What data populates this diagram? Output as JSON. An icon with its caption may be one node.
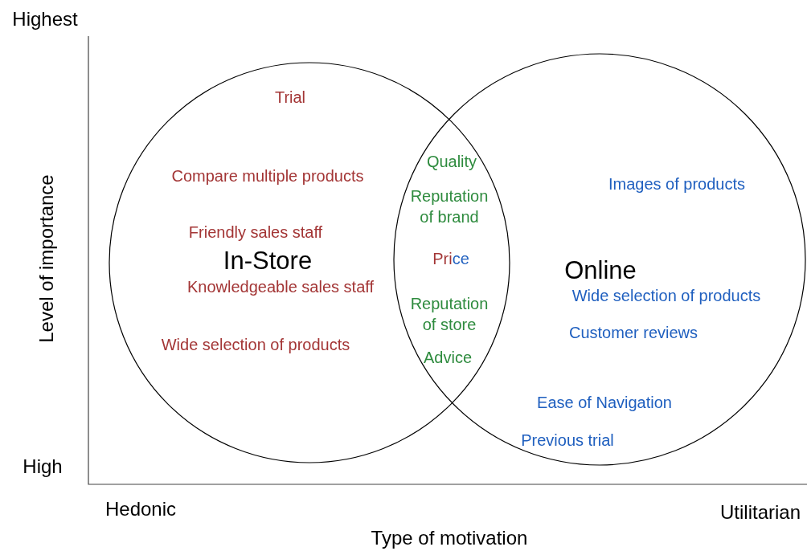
{
  "diagram": {
    "nodes": [
      {
        "text": [
          "In-Store"
        ]
      },
      {
        "text": [
          "Online"
        ]
      }
    ],
    "edges": [],
    "labels": [
      "Highest",
      "Level of importance",
      "Trial",
      "Quality",
      "Compare multiple products",
      "Reputation of brand",
      "Images of products",
      "Friendly sales staff",
      "Price",
      "Knowledgeable sales staff",
      "Wide selection of products",
      "Reputation of store",
      "Customer reviews",
      "Wide selection of products",
      "Advice",
      "Ease of Navigation",
      "Previous trial",
      "High",
      "Hedonic",
      "Utilitarian",
      "Type of motivation"
    ]
  }
}
